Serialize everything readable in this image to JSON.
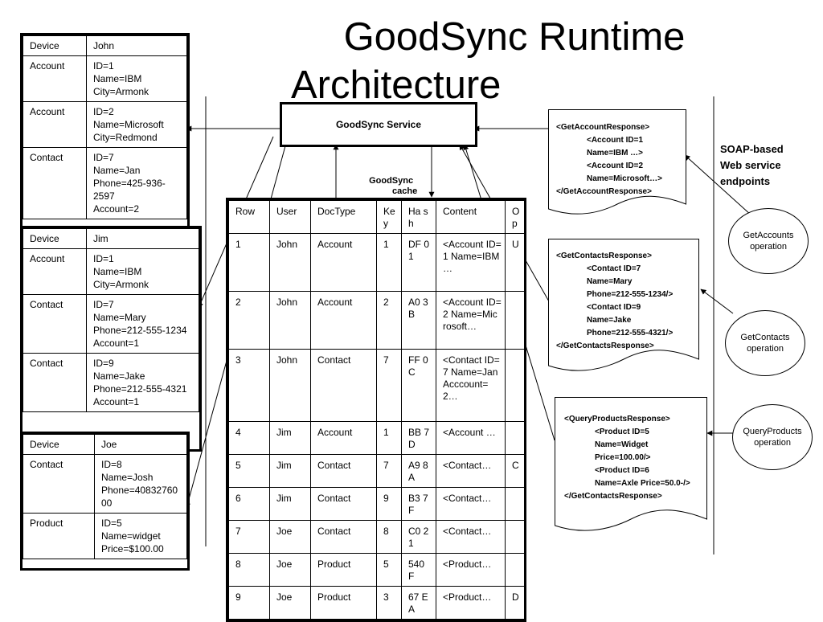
{
  "title": {
    "line1": "GoodSync Runtime",
    "line2": "Architecture"
  },
  "service": {
    "label": "GoodSync Service"
  },
  "cache": {
    "label_line1": "GoodSync",
    "label_line2": "cache",
    "headers": [
      "Row",
      "User",
      "DocType",
      "Ke y",
      "Ha sh",
      "Content",
      "O p"
    ],
    "rows": [
      [
        "1",
        "John",
        "Account",
        "1",
        "DF 01",
        "<Account ID=1 Name=IBM …",
        "U"
      ],
      [
        "2",
        "John",
        "Account",
        "2",
        "A0 3B",
        "<Account ID=2 Name=Mic rosoft…",
        ""
      ],
      [
        "3",
        "John",
        "Contact",
        "7",
        "FF 0C",
        "<Contact ID=7 Name=Jan Acccount= 2…",
        ""
      ],
      [
        "4",
        "Jim",
        "Account",
        "1",
        "BB 7D",
        "<Account …",
        ""
      ],
      [
        "5",
        "Jim",
        "Contact",
        "7",
        "A9 8A",
        "<Contact…",
        "C"
      ],
      [
        "6",
        "Jim",
        "Contact",
        "9",
        "B3 7F",
        "<Contact…",
        ""
      ],
      [
        "7",
        "Joe",
        "Contact",
        "8",
        "C0 21",
        "<Contact…",
        ""
      ],
      [
        "8",
        "Joe",
        "Product",
        "5",
        "540 F",
        "<Product…",
        ""
      ],
      [
        "9",
        "Joe",
        "Product",
        "3",
        "67 EA",
        "<Product…",
        "D"
      ]
    ]
  },
  "devices": [
    {
      "header": [
        "Device",
        "John"
      ],
      "rows": [
        {
          "type": "Account",
          "lines": [
            "ID=1",
            "Name=IBM",
            "City=Armonk"
          ]
        },
        {
          "type": "Account",
          "lines": [
            "ID=2",
            "Name=Microsoft",
            "City=Redmond"
          ]
        },
        {
          "type": "Contact",
          "lines": [
            "ID=7",
            "Name=Jan",
            "Phone=425-936-2597",
            "Account=2"
          ]
        }
      ]
    },
    {
      "header": [
        "Device",
        "Jim"
      ],
      "rows": [
        {
          "type": "Account",
          "lines": [
            "ID=1",
            "Name=IBM",
            "City=Armonk"
          ]
        },
        {
          "type": "Contact",
          "lines": [
            "ID=7",
            "Name=Mary",
            "Phone=212-555-1234",
            "Account=1"
          ]
        },
        {
          "type": "Contact",
          "lines": [
            "ID=9",
            "Name=Jake",
            "Phone=212-555-4321",
            "Account=1"
          ]
        }
      ]
    },
    {
      "header": [
        "Device",
        "Joe"
      ],
      "rows": [
        {
          "type": "Contact",
          "lines": [
            "ID=8",
            "Name=Josh",
            "Phone=4083276000"
          ]
        },
        {
          "type": "Product",
          "lines": [
            "ID=5",
            "Name=widget",
            "Price=$100.00"
          ]
        }
      ]
    }
  ],
  "responses": [
    {
      "lines": [
        "<GetAccountResponse>",
        "<Account ID=1",
        "Name=IBM …>",
        "<Account ID=2",
        "Name=Microsoft…>",
        "</GetAccountResponse>"
      ]
    },
    {
      "lines": [
        "<GetContactsResponse>",
        "<Contact ID=7",
        "Name=Mary",
        "Phone=212-555-1234/>",
        "<Contact ID=9",
        "Name=Jake",
        "Phone=212-555-4321/>",
        "</GetContactsResponse>"
      ]
    },
    {
      "lines": [
        "<QueryProductsResponse>",
        "<Product ID=5",
        "Name=Widget",
        "Price=100.00/>",
        "<Product ID=6",
        "Name=Axle Price=50.0-/>",
        "</GetContactsResponse>"
      ]
    }
  ],
  "soap_label": [
    "SOAP-based",
    "Web service",
    "endpoints"
  ],
  "operations": [
    {
      "lines": [
        "GetAccounts",
        "operation"
      ]
    },
    {
      "lines": [
        "GetContacts",
        "operation"
      ]
    },
    {
      "lines": [
        "QueryProducts",
        "operation"
      ]
    }
  ]
}
